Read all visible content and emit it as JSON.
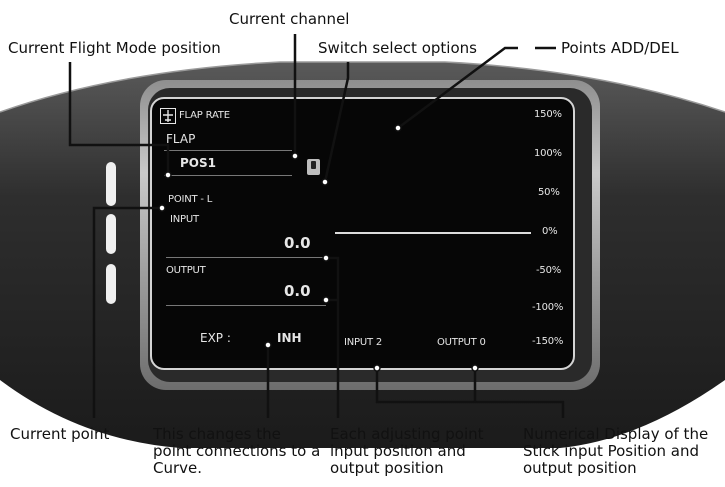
{
  "callouts": {
    "current_channel": "Current channel",
    "flight_mode": "Current Flight Mode position",
    "switch_select": "Switch select options",
    "points_add_del": "Points ADD/DEL",
    "current_point": "Current point",
    "curve_change": "This changes the point connections to a Curve.",
    "adjust_point": "Each adjusting point input position and output position",
    "numerical_display": "Numerical Display of the Stick input Position and output position"
  },
  "screen": {
    "title": "FLAP RATE",
    "channel": "FLAP",
    "mode_position": "POS1",
    "point": "POINT - L",
    "input_label": "INPUT",
    "input_value": "0.0",
    "output_label": "OUTPUT",
    "output_value": "0.0",
    "exp_label": "EXP :",
    "exp_value": "INH",
    "input_readout": "INPUT 2",
    "output_readout": "OUTPUT 0",
    "y_ticks": [
      "150%",
      "100%",
      "50%",
      "0%",
      "-50%",
      "-100%",
      "-150%"
    ]
  },
  "colors": {
    "screen_bg": "#060606",
    "screen_text": "#e6e6e6",
    "housing": "#2b2b2b"
  },
  "icons": {
    "title_icon": "airplane-icon",
    "switch_icon": "switch-icon"
  }
}
